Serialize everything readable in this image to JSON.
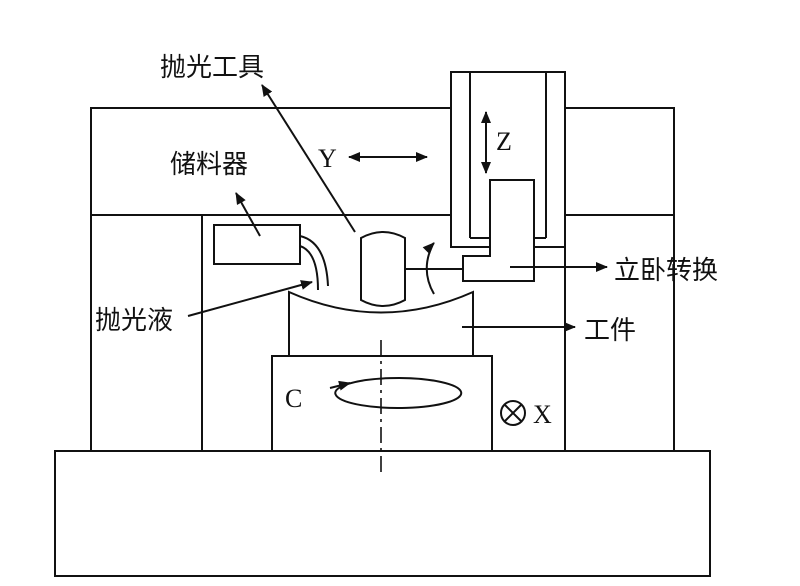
{
  "labels": {
    "polishing_tool": "抛光工具",
    "storage": "储料器",
    "polishing_fluid": "抛光液",
    "vh_switch": "立卧转换",
    "workpiece": "工件"
  },
  "axes": {
    "y": "Y",
    "z": "Z",
    "c": "C",
    "x": "X"
  }
}
